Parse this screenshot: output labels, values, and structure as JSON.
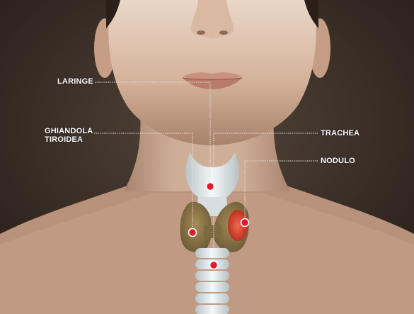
{
  "labels": {
    "larynx": "LARINGE",
    "thyroid_line1": "GHIANDOLA",
    "thyroid_line2": "TIROIDEA",
    "trachea": "TRACHEA",
    "nodule": "NODULO"
  },
  "colors": {
    "background": "#3b2f28",
    "skin": "#c9a58d",
    "marker": "#e11a2b",
    "label_text": "#ffffff",
    "thyroid": "#8a7446",
    "nodule": "#d8402c",
    "trachea": "#e9eef0"
  }
}
